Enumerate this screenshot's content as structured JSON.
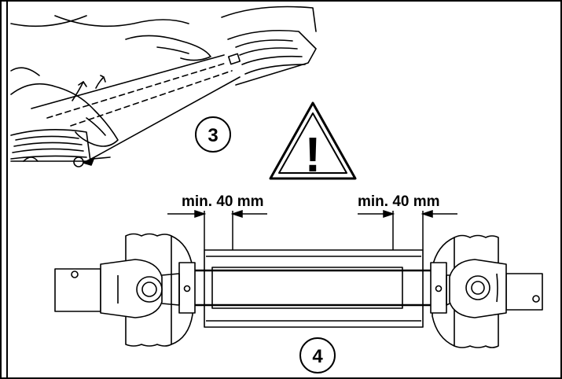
{
  "steps": {
    "step_3": "3",
    "step_4": "4"
  },
  "dimensions": {
    "left_label": "min. 40 mm",
    "right_label": "min. 40 mm"
  },
  "warning": {
    "symbol": "!",
    "icon": "warning-triangle-icon"
  },
  "colors": {
    "ink": "#000000",
    "paper": "#ffffff"
  }
}
